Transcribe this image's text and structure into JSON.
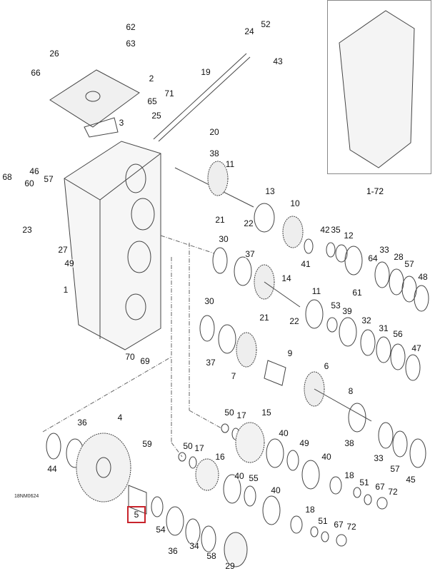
{
  "diagram": {
    "drawing_code": "18NM0624",
    "highlighted_part": "5",
    "assembly_range_label": "1-72",
    "callouts": [
      "62",
      "63",
      "26",
      "24",
      "52",
      "43",
      "66",
      "2",
      "19",
      "71",
      "65",
      "25",
      "3",
      "20",
      "46",
      "57",
      "38",
      "11",
      "68",
      "60",
      "13",
      "10",
      "21",
      "22",
      "23",
      "42",
      "35",
      "12",
      "30",
      "27",
      "41",
      "37",
      "64",
      "33",
      "28",
      "57",
      "48",
      "49",
      "14",
      "61",
      "1",
      "11",
      "53",
      "39",
      "30",
      "32",
      "21",
      "22",
      "31",
      "56",
      "37",
      "9",
      "47",
      "7",
      "6",
      "8",
      "70",
      "69",
      "4",
      "50",
      "17",
      "15",
      "36",
      "40",
      "59",
      "49",
      "38",
      "50",
      "17",
      "16",
      "40",
      "33",
      "57",
      "45",
      "44",
      "40",
      "55",
      "18",
      "51",
      "67",
      "72",
      "40",
      "54",
      "18",
      "51",
      "67",
      "72",
      "36",
      "34",
      "58",
      "29"
    ],
    "colors": {
      "highlight": "#c8232b",
      "line": "#333333"
    }
  }
}
